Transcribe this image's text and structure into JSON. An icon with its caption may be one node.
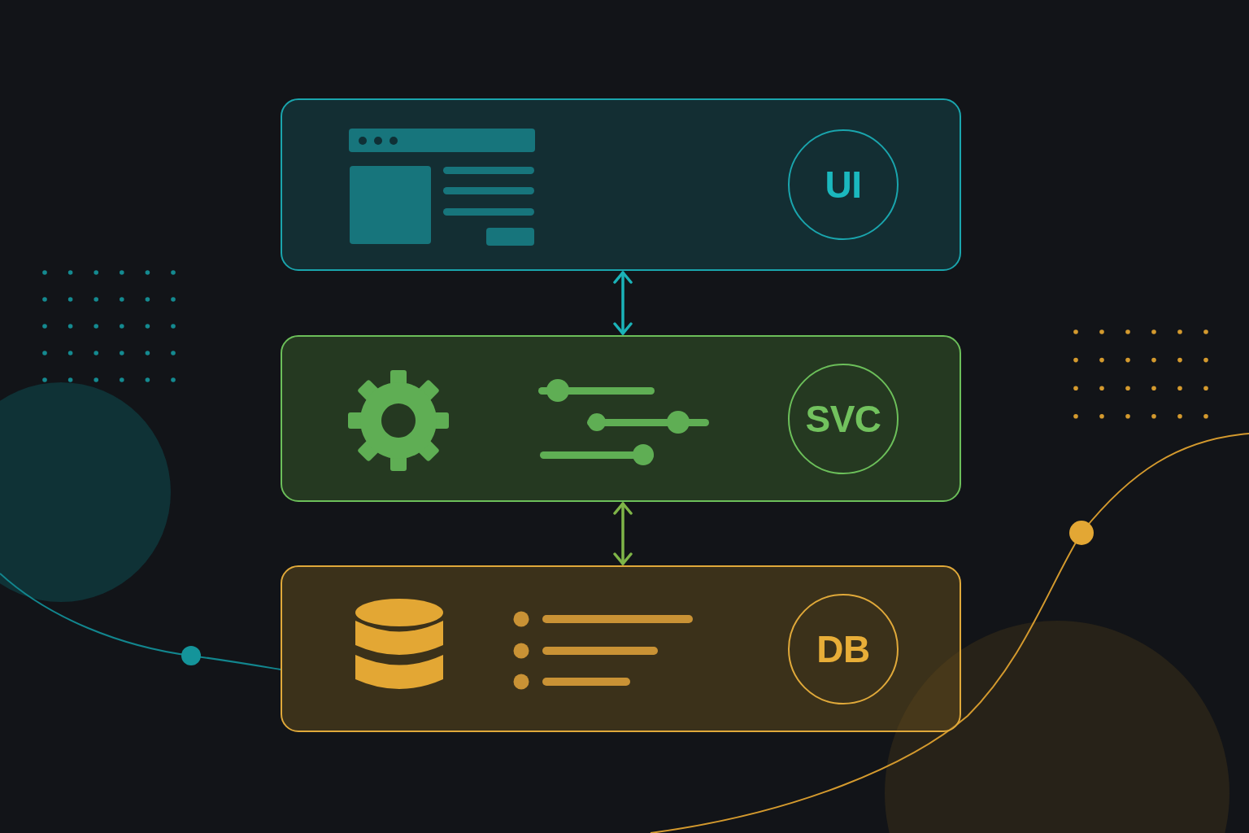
{
  "diagram": {
    "nodes": [
      {
        "text": [],
        "shape": "box"
      },
      {
        "text": [
          "UI"
        ],
        "in": 0
      },
      {
        "text": [],
        "shape": "box"
      },
      {
        "text": [
          "SVC"
        ],
        "in": 2
      },
      {
        "text": [],
        "shape": "box"
      },
      {
        "text": [
          "DB"
        ],
        "in": 4
      }
    ],
    "edges": [
      {
        "from": 0,
        "to": 2,
        "arrow": "both",
        "color": "#1bb3b8"
      },
      {
        "from": 2,
        "to": 4,
        "arrow": "both",
        "color": "#7fb548"
      }
    ]
  }
}
